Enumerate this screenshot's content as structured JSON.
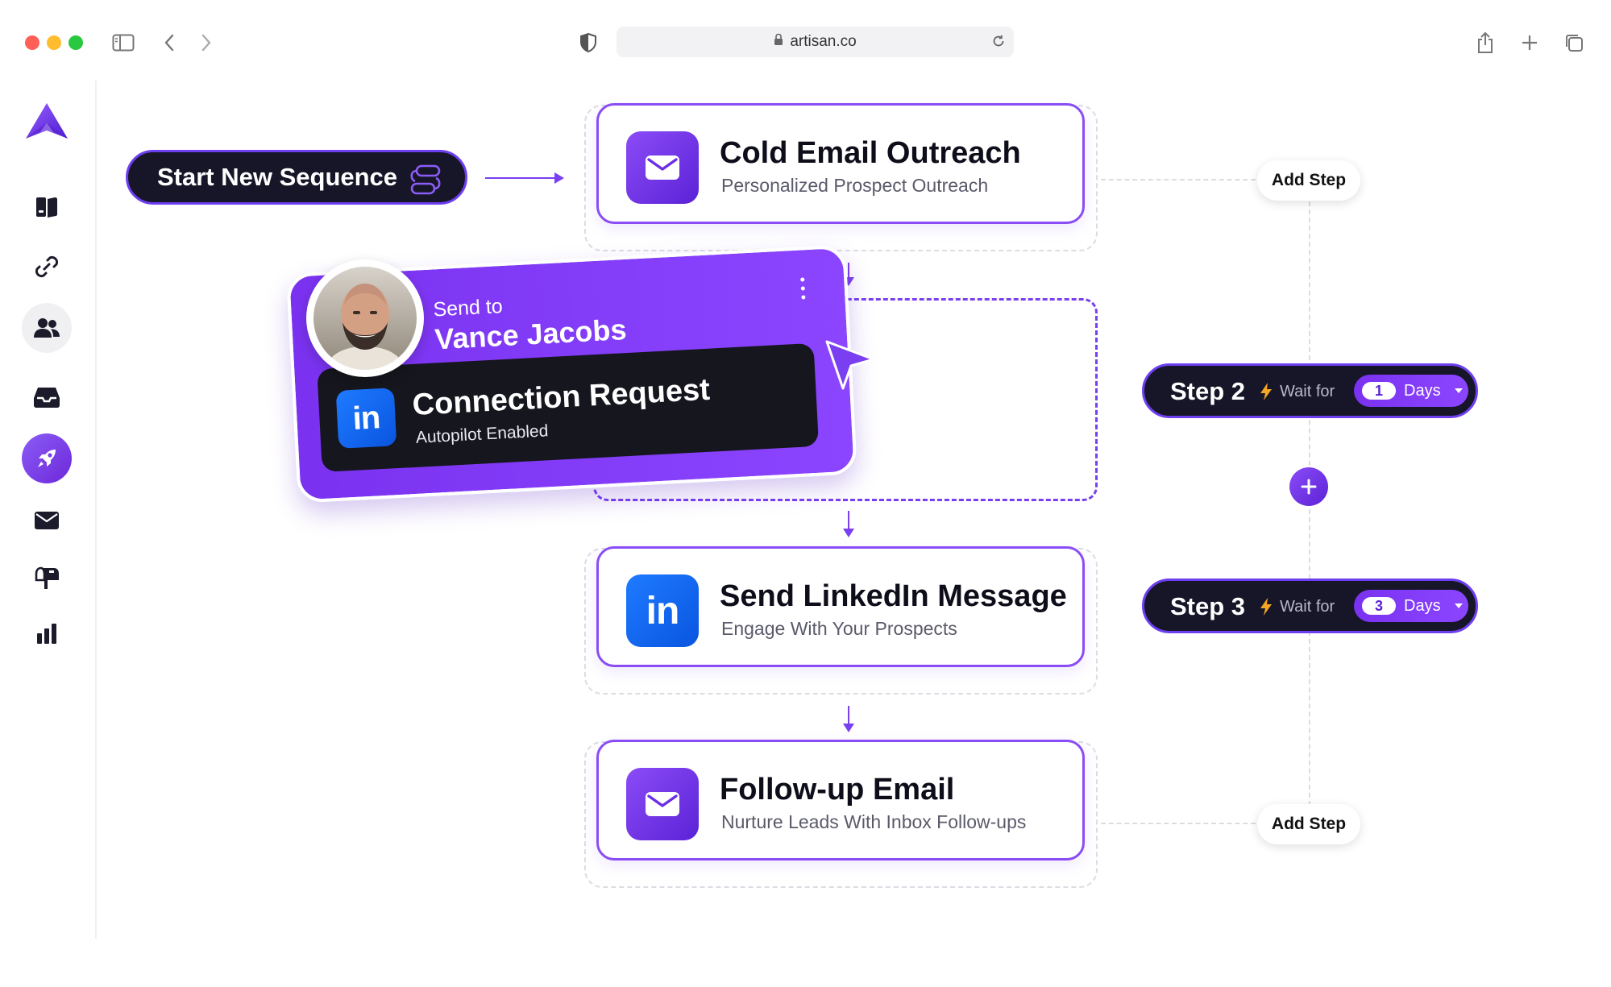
{
  "browser": {
    "url": "artisan.co"
  },
  "sidebar": {
    "items": [
      {
        "icon": "logo-icon"
      },
      {
        "icon": "book-icon"
      },
      {
        "icon": "link-icon"
      },
      {
        "icon": "users-icon"
      },
      {
        "icon": "inbox-icon"
      },
      {
        "icon": "rocket-icon"
      },
      {
        "icon": "mail-icon"
      },
      {
        "icon": "mailbox-icon"
      },
      {
        "icon": "bar-chart-icon"
      }
    ]
  },
  "start": {
    "label": "Start New Sequence"
  },
  "steps": [
    {
      "title": "Cold Email Outreach",
      "subtitle": "Personalized Prospect Outreach",
      "icon": "mail-icon"
    },
    {
      "title": "Send LinkedIn Message",
      "subtitle": "Engage With Your Prospects",
      "icon": "linkedin-icon",
      "glyph": "in"
    },
    {
      "title": "Follow-up Email",
      "subtitle": "Nurture Leads With Inbox Follow-ups",
      "icon": "mail-icon"
    }
  ],
  "connection_card": {
    "send_to": "Send to",
    "name": "Vance Jacobs",
    "title": "Connection Request",
    "subtitle": "Autopilot Enabled",
    "glyph": "in"
  },
  "add_step_label": "Add Step",
  "timing": [
    {
      "label": "Step 2",
      "wait": "Wait for",
      "value": "1",
      "unit": "Days"
    },
    {
      "label": "Step 3",
      "wait": "Wait for",
      "value": "3",
      "unit": "Days"
    }
  ],
  "colors": {
    "accent": "#7a3ff0",
    "dark": "#161628",
    "linkedin": "#0a66ff"
  }
}
